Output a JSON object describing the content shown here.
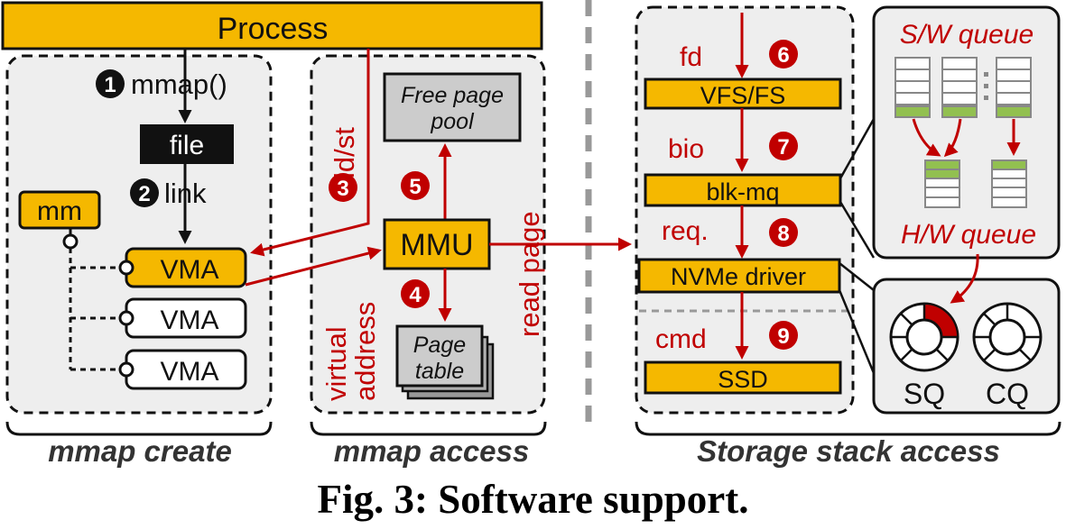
{
  "colors": {
    "yellow": "#f5b800",
    "red": "#c00000",
    "gray_panel": "#eeeeee",
    "green": "#92c050",
    "dark": "#111111"
  },
  "process": "Process",
  "mmap_create": {
    "section_label": "mmap create",
    "step1": {
      "num": "1",
      "text": "mmap()"
    },
    "file": "file",
    "step2": {
      "num": "2",
      "text": "link"
    },
    "mm": "mm",
    "vma": [
      "VMA",
      "VMA",
      "VMA"
    ]
  },
  "mmap_access": {
    "section_label": "mmap access",
    "step3": "3",
    "ldst": "ld/st",
    "free_pool": [
      "Free page",
      "pool"
    ],
    "step5": "5",
    "mmu": "MMU",
    "step4": "4",
    "page_table": [
      "Page",
      "table"
    ],
    "virtual_address": [
      "virtual",
      "address"
    ],
    "read_page": "read page"
  },
  "storage": {
    "section_label": "Storage stack access",
    "fd": "fd",
    "step6": "6",
    "vfs": "VFS/FS",
    "bio": "bio",
    "step7": "7",
    "blkmq": "blk-mq",
    "req": "req.",
    "step8": "8",
    "nvme": "NVMe driver",
    "cmd": "cmd",
    "step9": "9",
    "ssd": "SSD"
  },
  "queues": {
    "sw_queue": "S/W queue",
    "hw_queue": "H/W queue",
    "sq": "SQ",
    "cq": "CQ"
  },
  "caption": "Fig. 3: Software support."
}
